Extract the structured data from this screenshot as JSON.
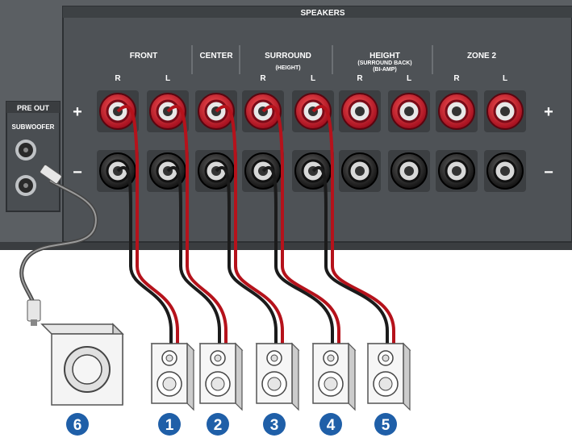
{
  "panel": {
    "speakers_label": "SPEAKERS",
    "plus_sign": "+",
    "minus_sign": "−",
    "groups": [
      {
        "name": "FRONT",
        "sub": "",
        "sub2": "",
        "channels": [
          "R",
          "L"
        ]
      },
      {
        "name": "CENTER",
        "sub": "",
        "sub2": "",
        "channels": []
      },
      {
        "name": "SURROUND",
        "sub": "(HEIGHT)",
        "sub2": "",
        "channels": [
          "R",
          "L"
        ]
      },
      {
        "name": "HEIGHT",
        "sub": "(SURROUND BACK)",
        "sub2": "(BI-AMP)",
        "channels": [
          "R",
          "L"
        ]
      },
      {
        "name": "ZONE 2",
        "sub": "",
        "sub2": "",
        "channels": [
          "R",
          "L"
        ]
      }
    ]
  },
  "pre_out": {
    "label": "PRE OUT",
    "sublabel": "SUBWOOFER"
  },
  "devices": {
    "subwoofer_number": "6",
    "speaker_numbers": [
      "1",
      "2",
      "3",
      "4",
      "5"
    ]
  },
  "colors": {
    "panel": "#55595d",
    "panel_dark": "#3e4246",
    "terminal_red": "#c8102e",
    "terminal_black": "#1a1a1a",
    "number_badge": "#1f5fa8",
    "cable_red": "#b5121b",
    "cable_black": "#1b1b1b"
  }
}
